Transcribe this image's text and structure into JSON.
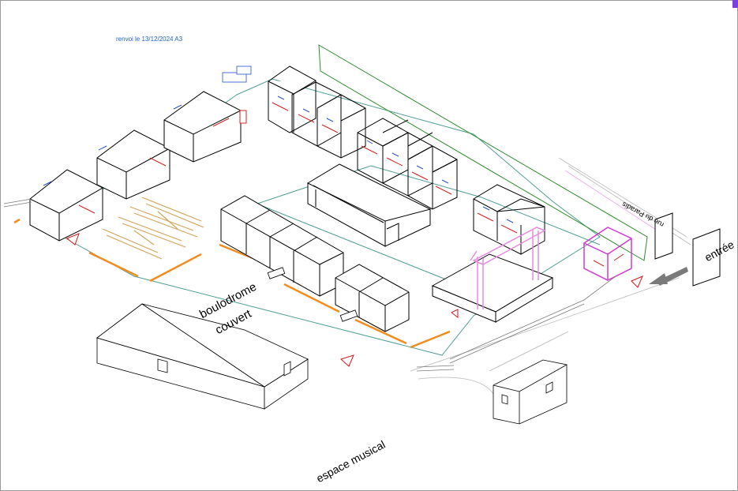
{
  "revision_note": "renvoi le 13/12/2024 A3",
  "labels": {
    "boulodrome_line1": "boulodrome",
    "boulodrome_line2": "couvert",
    "espace_musical": "espace musical",
    "entree": "entrée",
    "rue": "rue du Paradis"
  },
  "colors": {
    "outline": "#000000",
    "perimeter": "#4f9e94",
    "fence_green": "#2e8b2e",
    "stage_pink": "#e48be0",
    "barrier_orange": "#f28c1e",
    "furniture": "#d1a55b",
    "equipment_red": "#d62020",
    "equipment_blue": "#2553c9",
    "sign_red": "#d31a1a",
    "note_blue": "#1f5fd6",
    "accent_violet": "#7b3fe4"
  }
}
